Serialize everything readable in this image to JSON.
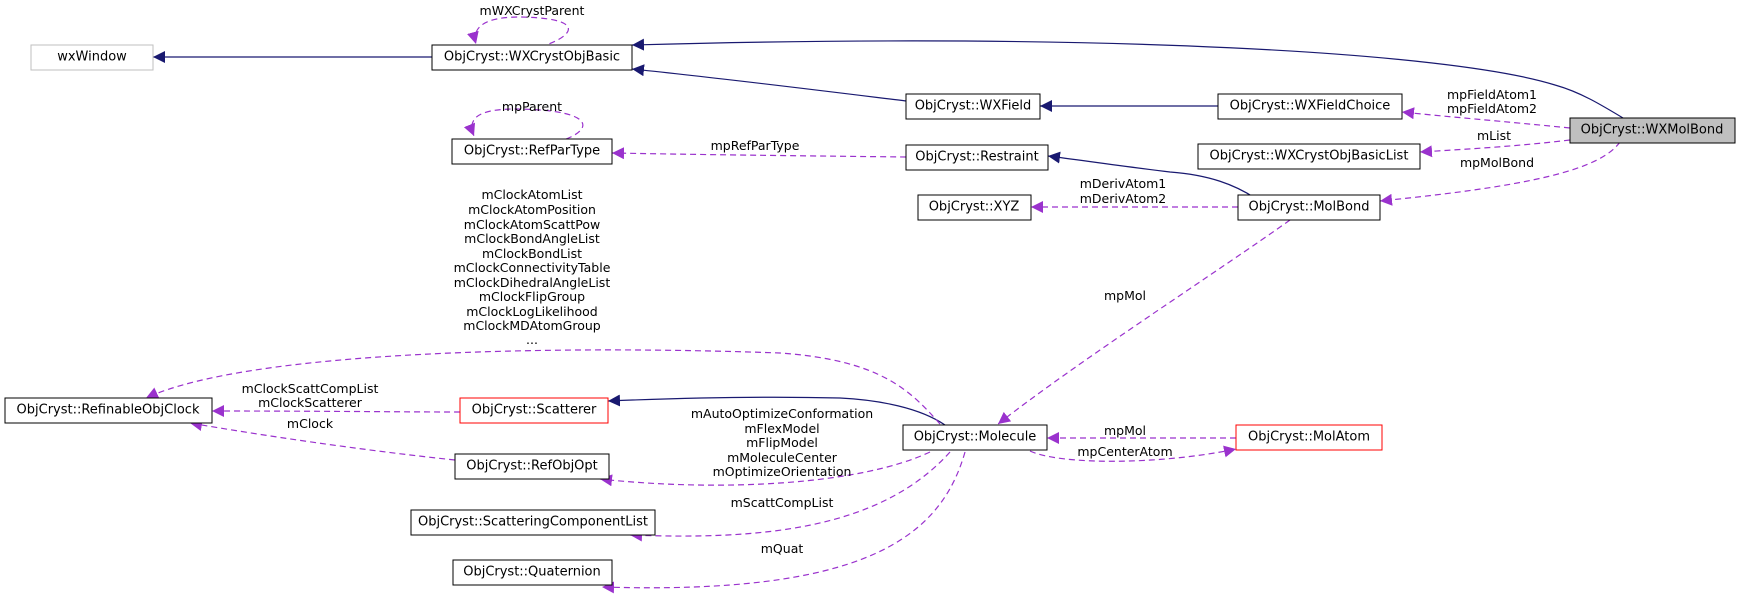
{
  "colors": {
    "inheritance_edge": "#191970",
    "usage_edge": "#9a32cd",
    "node_border": "#000000",
    "partial_node_border": "#ff0000",
    "external_node_border": "#bfbfbf",
    "focus_fill": "#bfbfbf"
  },
  "nodes": {
    "wxwindow": "wxWindow",
    "wxcrystobjbasic": "ObjCryst::WXCrystObjBasic",
    "wxfield": "ObjCryst::WXField",
    "wxfieldchoice": "ObjCryst::WXFieldChoice",
    "wxmolbond": "ObjCryst::WXMolBond",
    "refpartype": "ObjCryst::RefParType",
    "restraint": "ObjCryst::Restraint",
    "wxcrystobjbasiclist": "ObjCryst::WXCrystObjBasicList",
    "xyz": "ObjCryst::XYZ",
    "molbond": "ObjCryst::MolBond",
    "refinableobjclock": "ObjCryst::RefinableObjClock",
    "scatterer": "ObjCryst::Scatterer",
    "molecule": "ObjCryst::Molecule",
    "molatom": "ObjCryst::MolAtom",
    "refobjopt": "ObjCryst::RefObjOpt",
    "scatteringcomponentlist": "ObjCryst::ScatteringComponentList",
    "quaternion": "ObjCryst::Quaternion"
  },
  "edge_labels": {
    "mwxcrystparent": "mWXCrystParent",
    "mpparent": "mpParent",
    "mprefpartype": "mpRefParType",
    "mpfieldatom": [
      "mpFieldAtom1",
      "mpFieldAtom2"
    ],
    "mlist": "mList",
    "mpmolbond": "mpMolBond",
    "mderivatom": [
      "mDerivAtom1",
      "mDerivAtom2"
    ],
    "mpmol_bond": "mpMol",
    "mclock_list": [
      "mClockAtomList",
      "mClockAtomPosition",
      "mClockAtomScattPow",
      "mClockBondAngleList",
      "mClockBondList",
      "mClockConnectivityTable",
      "mClockDihedralAngleList",
      "mClockFlipGroup",
      "mClockLogLikelihood",
      "mClockMDAtomGroup",
      "..."
    ],
    "mclockscatt": [
      "mClockScattCompList",
      "mClockScatterer"
    ],
    "mclock": "mClock",
    "molecule_opts": [
      "mAutoOptimizeConformation",
      "mFlexModel",
      "mFlipModel",
      "mMoleculeCenter",
      "mOptimizeOrientation"
    ],
    "mscattcomplist": "mScattCompList",
    "mquat": "mQuat",
    "mpmol_atom": "mpMol",
    "mpcenteratom": "mpCenterAtom"
  }
}
